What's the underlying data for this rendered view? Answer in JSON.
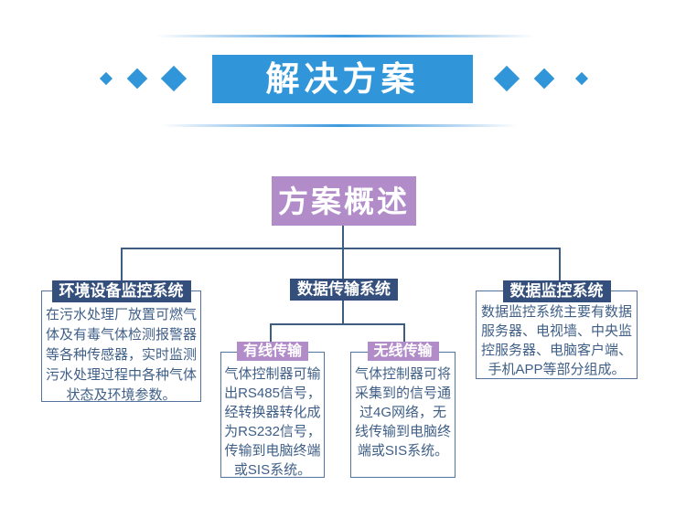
{
  "banner": {
    "title": "解决方案"
  },
  "overview": {
    "title": "方案概述"
  },
  "boxes": {
    "env": {
      "title": "环境设备监控系统",
      "body": "在污水处理厂放置可燃气体及有毒气体检测报警器等各种传感器，实时监测污水处理过程中各种气体状态及环境参数。"
    },
    "transmission": {
      "title": "数据传输系统"
    },
    "wired": {
      "title": "有线传输",
      "body": "气体控制器可输出RS485信号，经转换器转化成为RS232信号，传输到电脑终端或SIS系统。"
    },
    "wireless": {
      "title": "无线传输",
      "body": "气体控制器可将采集到的信号通过4G网络，无线传输到电脑终端或SIS系统。"
    },
    "monitoring": {
      "title": "数据监控系统",
      "body": "数据监控系统主要有数据服务器、电视墙、中央监控服务器、电脑客户端、手机APP等部分组成。"
    }
  },
  "decor": {
    "diamond_count_left": 3,
    "diamond_count_right": 3
  },
  "colors": {
    "accent_blue": "#3095d9",
    "header_navy": "#344f7b",
    "accent_purple": "#b28cc9",
    "box_border": "#54739f",
    "connector_line": "#3e5d81",
    "body_text": "#3f5f87"
  }
}
